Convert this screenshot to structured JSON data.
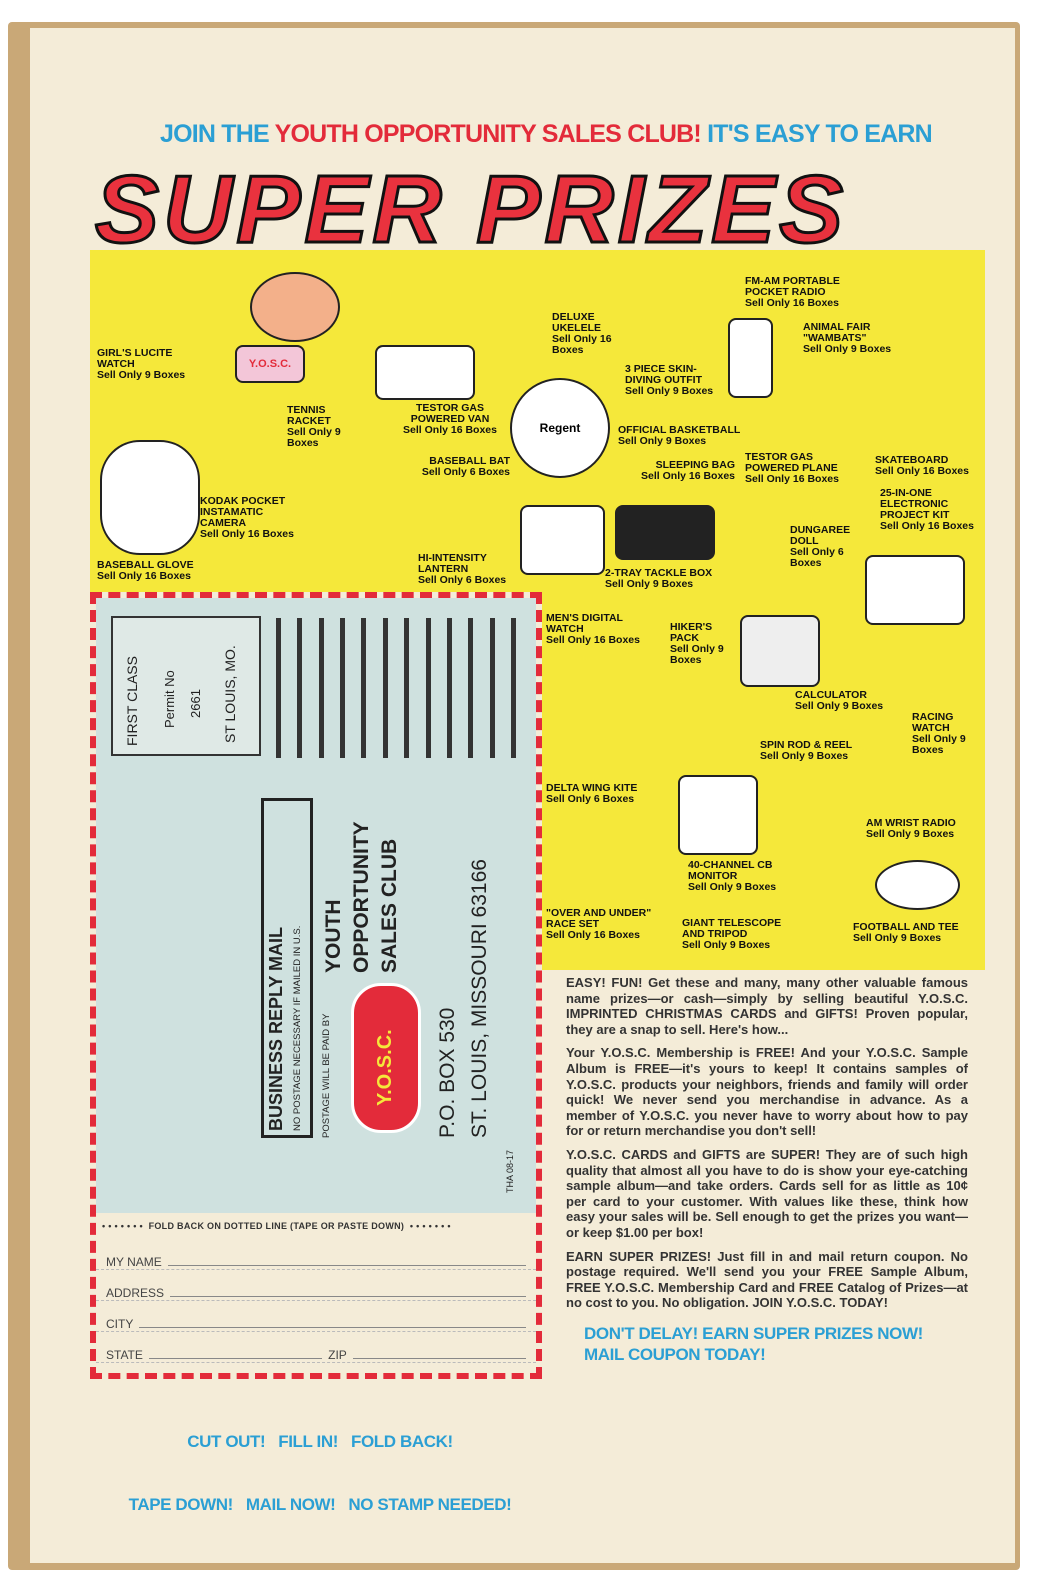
{
  "headline": {
    "pre": "JOIN THE ",
    "red": "YOUTH OPPORTUNITY SALES CLUB!",
    "post": " IT'S EASY TO EARN"
  },
  "title": "SUPER PRIZES",
  "mascot_shirt": "Y.O.S.C.",
  "prizes": [
    {
      "name": "GIRL'S LUCITE WATCH",
      "sell": "Sell Only 9 Boxes"
    },
    {
      "name": "TENNIS RACKET",
      "sell": "Sell Only 9 Boxes"
    },
    {
      "name": "TESTOR GAS POWERED VAN",
      "sell": "Sell Only 16 Boxes"
    },
    {
      "name": "DELUXE UKELELE",
      "sell": "Sell Only 16 Boxes"
    },
    {
      "name": "3 PIECE SKIN-DIVING OUTFIT",
      "sell": "Sell Only 9 Boxes"
    },
    {
      "name": "FM-AM PORTABLE POCKET RADIO",
      "sell": "Sell Only 16 Boxes"
    },
    {
      "name": "ANIMAL FAIR \"WAMBATS\"",
      "sell": "Sell Only 9 Boxes"
    },
    {
      "name": "BASEBALL BAT",
      "sell": "Sell Only 6 Boxes"
    },
    {
      "name": "OFFICIAL BASKETBALL",
      "sell": "Sell Only 9 Boxes"
    },
    {
      "name": "SLEEPING BAG",
      "sell": "Sell Only 16 Boxes"
    },
    {
      "name": "TESTOR GAS POWERED PLANE",
      "sell": "Sell Only 16 Boxes"
    },
    {
      "name": "SKATEBOARD",
      "sell": "Sell Only 16 Boxes"
    },
    {
      "name": "KODAK POCKET INSTAMATIC CAMERA",
      "sell": "Sell Only 16 Boxes"
    },
    {
      "name": "25-IN-ONE ELECTRONIC PROJECT KIT",
      "sell": "Sell Only 16 Boxes"
    },
    {
      "name": "DUNGAREE DOLL",
      "sell": "Sell Only 6 Boxes"
    },
    {
      "name": "BASEBALL GLOVE",
      "sell": "Sell Only 16 Boxes"
    },
    {
      "name": "HI-INTENSITY LANTERN",
      "sell": "Sell Only 6 Boxes"
    },
    {
      "name": "2-TRAY TACKLE BOX",
      "sell": "Sell Only 9 Boxes"
    },
    {
      "name": "MEN'S DIGITAL WATCH",
      "sell": "Sell Only 16 Boxes"
    },
    {
      "name": "HIKER'S PACK",
      "sell": "Sell Only 9 Boxes"
    },
    {
      "name": "CALCULATOR",
      "sell": "Sell Only 9 Boxes"
    },
    {
      "name": "RACING WATCH",
      "sell": "Sell Only 9 Boxes"
    },
    {
      "name": "SPIN ROD & REEL",
      "sell": "Sell Only 9 Boxes"
    },
    {
      "name": "DELTA WING KITE",
      "sell": "Sell Only 6 Boxes"
    },
    {
      "name": "AM WRIST RADIO",
      "sell": "Sell Only 9 Boxes"
    },
    {
      "name": "40-CHANNEL CB MONITOR",
      "sell": "Sell Only 9 Boxes"
    },
    {
      "name": "\"OVER AND UNDER\" RACE SET",
      "sell": "Sell Only 16 Boxes"
    },
    {
      "name": "GIANT TELESCOPE AND TRIPOD",
      "sell": "Sell Only 9 Boxes"
    },
    {
      "name": "FOOTBALL AND TEE",
      "sell": "Sell Only 9 Boxes"
    }
  ],
  "basketball_brand": "Regent",
  "coupon": {
    "permit": [
      "FIRST CLASS",
      "Permit No",
      "2661",
      "ST LOUIS, MO."
    ],
    "business_reply": "BUSINESS REPLY MAIL",
    "no_postage": "NO POSTAGE NECESSARY IF MAILED IN U.S.",
    "postage_paid_by": "POSTAGE WILL BE PAID BY",
    "club": [
      "YOUTH",
      "OPPORTUNITY",
      "SALES CLUB"
    ],
    "logo": "Y.O.S.C.",
    "address": [
      "P.O. BOX 530",
      "ST. LOUIS, MISSOURI 63166"
    ],
    "code": "THA 08-17",
    "fold": "FOLD BACK ON DOTTED LINE (TAPE OR PASTE DOWN)",
    "fields": {
      "name": "MY NAME",
      "address": "ADDRESS",
      "city": "CITY",
      "state": "STATE",
      "zip": "ZIP"
    }
  },
  "cta_left": [
    "CUT OUT!   FILL IN!   FOLD BACK!",
    "TAPE DOWN!   MAIL NOW!   NO STAMP NEEDED!"
  ],
  "body": [
    "EASY! FUN! Get these and many, many other valuable famous name prizes—or cash—simply by selling beautiful Y.O.S.C. IMPRINTED CHRISTMAS CARDS and GIFTS! Proven popular, they are a snap to sell. Here's how...",
    "Your Y.O.S.C. Membership is FREE! And your Y.O.S.C. Sample Album is FREE—it's yours to keep! It contains samples of Y.O.S.C. products your neighbors, friends and family will order quick! We never send you merchandise in advance. As a member of Y.O.S.C. you never have to worry about how to pay for or return merchandise you don't sell!",
    "Y.O.S.C. CARDS and GIFTS are SUPER! They are of such high quality that almost all you have to do is show your eye-catching sample album—and take orders. Cards sell for as little as 10¢ per card to your customer. With values like these, think how easy your sales will be. Sell enough to get the prizes you want—or keep $1.00 per box!",
    "EARN SUPER PRIZES! Just fill in and mail return coupon. No postage required. We'll send you your FREE Sample Album, FREE Y.O.S.C. Membership Card and FREE Catalog of Prizes—at no cost to you. No obligation. JOIN Y.O.S.C. TODAY!"
  ],
  "cta_right": [
    "DON'T DELAY! EARN SUPER PRIZES NOW!",
    "MAIL COUPON TODAY!"
  ]
}
